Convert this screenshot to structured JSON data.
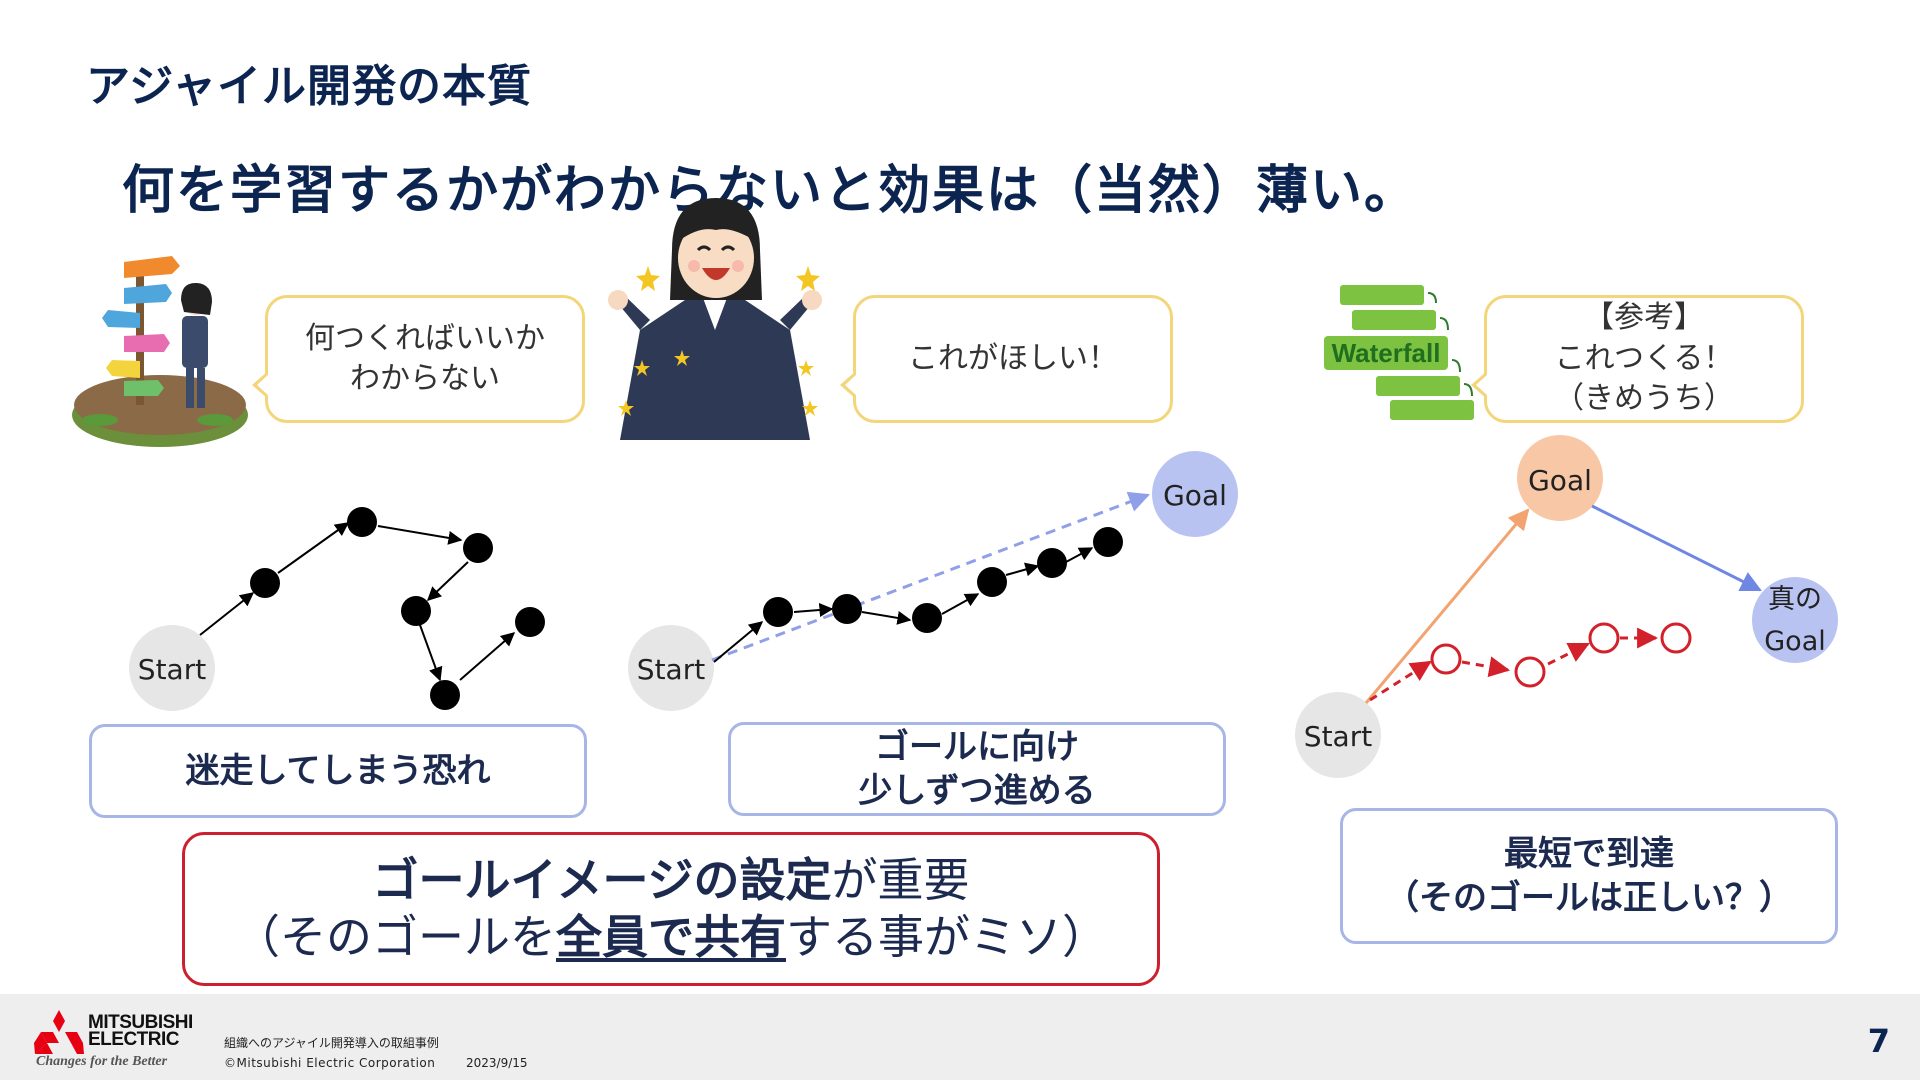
{
  "slide": {
    "title": "アジャイル開発の本質",
    "headline": "何を学習するかがわからないと効果は（当然）薄い。"
  },
  "panels": [
    {
      "bubble": [
        "何つくればいいか",
        "わからない"
      ],
      "start_label": "Start",
      "caption": [
        "迷走してしまう恐れ"
      ]
    },
    {
      "bubble": [
        "これがほしい！"
      ],
      "start_label": "Start",
      "goal_label": "Goal",
      "caption": [
        "ゴールに向け",
        "少しずつ進める"
      ]
    },
    {
      "bubble": [
        "【参考】",
        "これつくる！",
        "（きめうち）"
      ],
      "illustration_text": "Waterfall",
      "start_label": "Start",
      "goal_label": "Goal",
      "true_goal_label": [
        "真の",
        "Goal"
      ],
      "caption": [
        "最短で到達",
        "（そのゴールは正しい？）"
      ]
    }
  ],
  "key_message": {
    "line1_bold": "ゴールイメージの設定",
    "line1_rest": "が重要",
    "line2_pre": "（そのゴールを",
    "line2_bold": "全員で共有",
    "line2_post": "する事がミソ）"
  },
  "footer": {
    "company_line1": "MITSUBISHI",
    "company_line2": "ELECTRIC",
    "tagline": "Changes for the Better",
    "doc_title": "組織へのアジャイル開発導入の取組事例",
    "copyright": "©Mitsubishi Electric Corporation",
    "date": "2023/9/15",
    "page_number": "7"
  },
  "colors": {
    "title": "#0c2450",
    "bubble_border": "#f3d57a",
    "box_border": "#a7b6e6",
    "key_border": "#cc1f2f",
    "goal_fill": "#b8c3f2",
    "waterfall_goal_fill": "#f8c7a6",
    "red_path": "#d3212c"
  }
}
